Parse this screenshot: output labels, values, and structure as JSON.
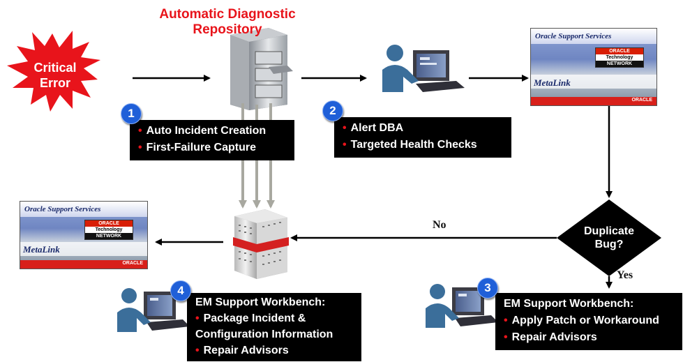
{
  "critical_error": {
    "line1": "Critical",
    "line2": "Error"
  },
  "adr_title": {
    "line1": "Automatic Diagnostic",
    "line2": "Repository"
  },
  "step1": {
    "badge": "1",
    "items": [
      "Auto Incident Creation",
      "First-Failure Capture"
    ]
  },
  "step2": {
    "badge": "2",
    "items": [
      "Alert DBA",
      "Targeted Health Checks"
    ]
  },
  "step3": {
    "badge": "3",
    "heading": "EM Support Workbench:",
    "items": [
      "Apply Patch or Workaround",
      "Repair Advisors"
    ]
  },
  "step4": {
    "badge": "4",
    "heading": "EM Support Workbench:",
    "items": [
      "Package Incident &",
      "Configuration Information",
      "Repair Advisors"
    ]
  },
  "decision": {
    "line1": "Duplicate",
    "line2": "Bug?",
    "no_label": "No",
    "yes_label": "Yes"
  },
  "metalink_card": {
    "header": "Oracle Support Services",
    "logo_top": "ORACLE",
    "logo_mid": "Technology",
    "logo_bot": "NETWORK",
    "brand": "MetaLink",
    "footer": "ORACLE"
  },
  "bullet_glyph": "•",
  "colors": {
    "accent_red": "#e8141b",
    "badge_blue": "#1f5fd8",
    "box_black": "#000000"
  }
}
